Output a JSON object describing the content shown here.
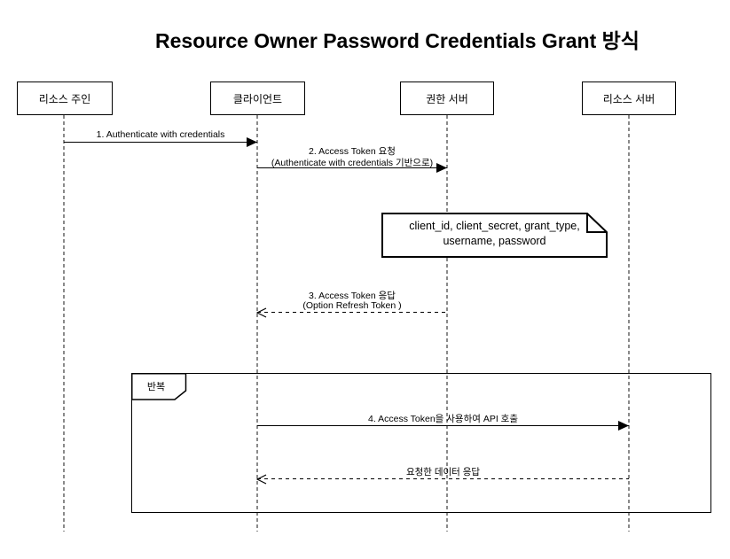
{
  "diagram": {
    "title": "Resource Owner Password Credentials Grant 방식",
    "actors": [
      {
        "label": "리소스 주인"
      },
      {
        "label": "클라이언트"
      },
      {
        "label": "권한 서버"
      },
      {
        "label": "리소스 서버"
      }
    ],
    "messages": [
      {
        "label": "1. Authenticate with credentials",
        "from": "리소스 주인",
        "to": "클라이언트",
        "style": "solid"
      },
      {
        "label": "2. Access Token 요청",
        "sublabel": "(Authenticate with credentials 기반으로)",
        "from": "클라이언트",
        "to": "권한 서버",
        "style": "solid"
      },
      {
        "label": "3. Access Token 응답",
        "sublabel": "(Option Refresh Token )",
        "from": "권한 서버",
        "to": "클라이언트",
        "style": "dashed-return"
      },
      {
        "label": "4. Access Token을 사용하여 API 호출",
        "from": "클라이언트",
        "to": "리소스 서버",
        "style": "solid"
      },
      {
        "label": "요청한 데이터 응답",
        "from": "리소스 서버",
        "to": "클라이언트",
        "style": "dashed-return"
      }
    ],
    "note": {
      "line1": "client_id, client_secret, grant_type,",
      "line2": "username, password"
    },
    "loop": {
      "label": "반복"
    },
    "colors": {
      "line": "#000000",
      "lifeline": "#8a8a8a",
      "background": "#ffffff"
    }
  }
}
